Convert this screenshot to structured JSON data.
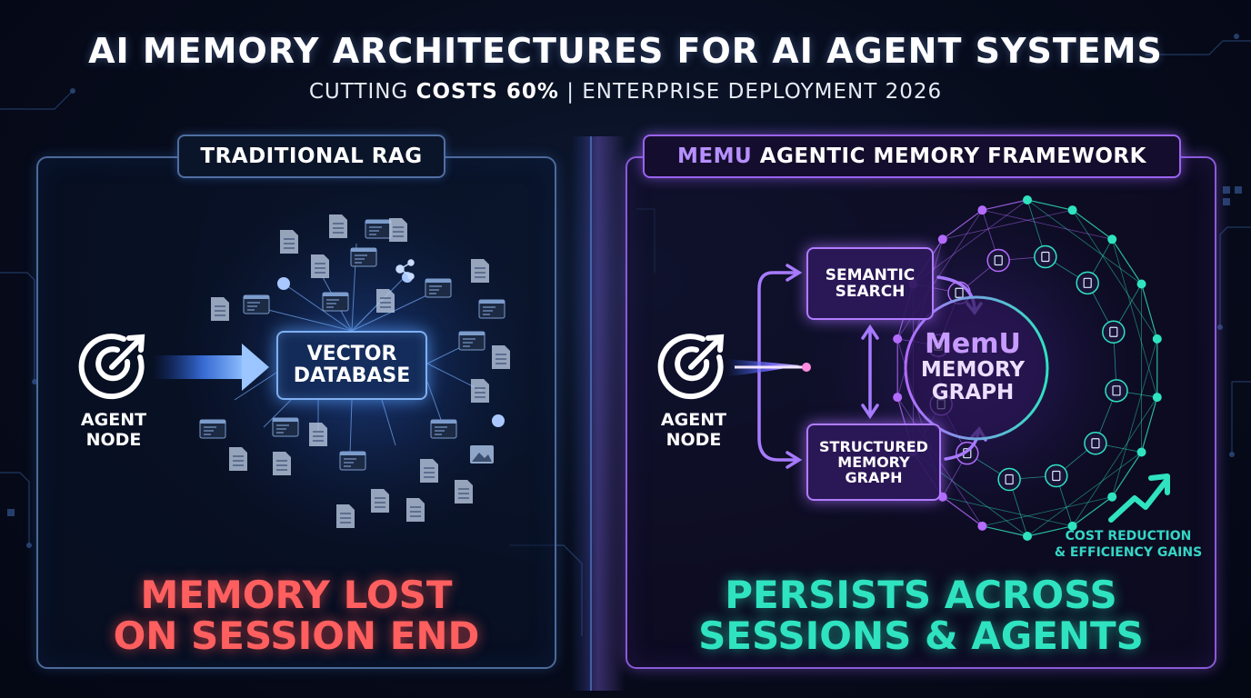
{
  "header": {
    "title": "AI MEMORY ARCHITECTURES FOR AI AGENT SYSTEMS",
    "subtitle_pre": "CUTTING ",
    "subtitle_bold": "COSTS 60%",
    "subtitle_post": " | ENTERPRISE DEPLOYMENT 2026"
  },
  "left_panel": {
    "tag": "TRADITIONAL RAG",
    "agent_line1": "AGENT",
    "agent_line2": "NODE",
    "db_line1": "VECTOR",
    "db_line2": "DATABASE",
    "result_line1": "MEMORY LOST",
    "result_line2": "ON SESSION END"
  },
  "right_panel": {
    "tag_brand": "MEMU",
    "tag_rest": " AGENTIC MEMORY FRAMEWORK",
    "agent_line1": "AGENT",
    "agent_line2": "NODE",
    "semantic_line1": "SEMANTIC",
    "semantic_line2": "SEARCH",
    "structured_line1": "STRUCTURED",
    "structured_line2": "MEMORY",
    "structured_line3": "GRAPH",
    "graph_line1": "MemU",
    "graph_line2": "MEMORY",
    "graph_line3": "GRAPH",
    "cost_line1": "COST REDUCTION",
    "cost_line2": "& EFFICIENCY GAINS",
    "result_line1": "PERSISTS ACROSS",
    "result_line2": "SESSIONS & AGENTS"
  },
  "colors": {
    "left_accent": "#4a90f0",
    "right_accent": "#a06cff",
    "teal": "#2fe3c0",
    "red": "#ff5f5f"
  },
  "icons": [
    "target-arrow-icon",
    "document-icon",
    "code-window-icon",
    "share-icon",
    "image-icon",
    "trend-up-arrow-icon"
  ]
}
